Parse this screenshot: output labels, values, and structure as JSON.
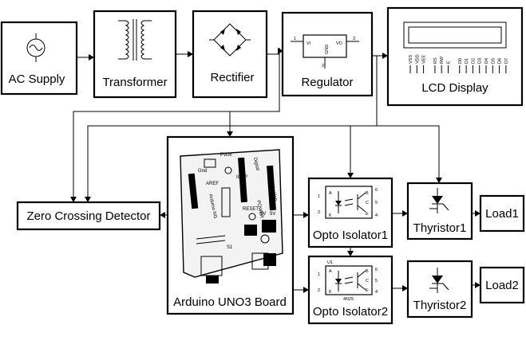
{
  "blocks": {
    "ac_supply": "AC Supply",
    "transformer": "Transformer",
    "rectifier": "Rectifier",
    "regulator": "Regulator",
    "lcd_display": "LCD Display",
    "zero_crossing": "Zero Crossing Detector",
    "arduino": "Arduino UNO3 Board",
    "opto1": "Opto Isolator1",
    "opto2": "Opto Isolator2",
    "thyristor1": "Thyristor1",
    "thyristor2": "Thyristor2",
    "load1": "Load1",
    "load2": "Load2"
  },
  "regulator_pins": {
    "vi": "VI",
    "vo": "VO",
    "gnd": "GND",
    "pin1": "1",
    "pin2": "2",
    "pin3": "3"
  },
  "lcd_pins": [
    "VSS",
    "VDD",
    "VEE",
    "RS",
    "RW",
    "E",
    "D0",
    "D1",
    "D2",
    "D3",
    "D4",
    "D5",
    "D6",
    "D7"
  ],
  "opto2_extra": {
    "ref": "U1",
    "part": "4N25"
  },
  "opto_pins": {
    "a": "A",
    "k": "K",
    "b": "B",
    "c": "C",
    "e": "E",
    "p1": "1",
    "p2": "2",
    "p4": "4",
    "p5": "5",
    "p6": "6"
  },
  "board_marks": {
    "name": "Arduino NG",
    "power": "POWER",
    "analog": "Analog",
    "gnd": "Gnd",
    "aref": "AREF",
    "reset": "RESET",
    "v5": "5V",
    "v9": "9V",
    "icsp": "ICSP",
    "digital": "Digital",
    "pwm": "PWM",
    "s1": "S1"
  },
  "colors": {
    "ink": "#000000",
    "paper": "#ffffff",
    "board_fill": "#f3f3f3"
  }
}
